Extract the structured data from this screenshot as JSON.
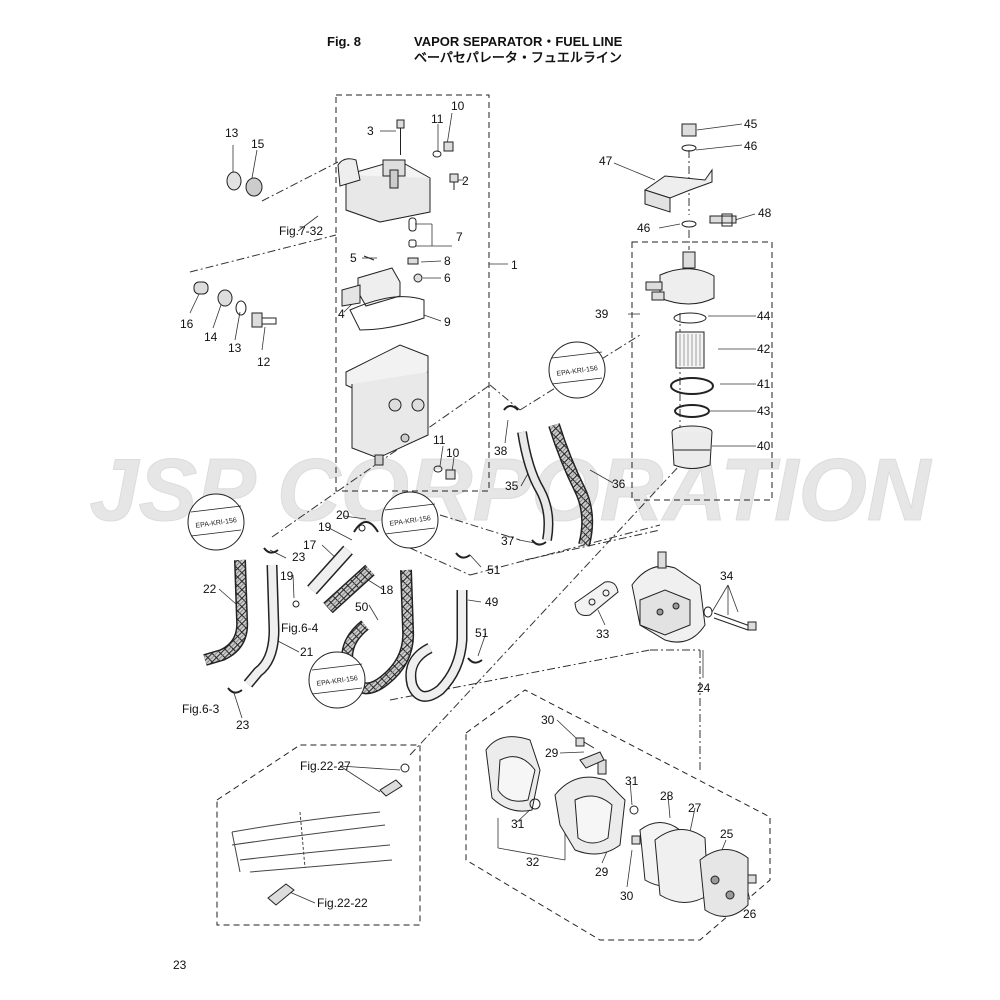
{
  "header": {
    "fig": "Fig. 8",
    "title_en": "VAPOR SEPARATOR・FUEL LINE",
    "title_jp": "ベーパセパレータ・フュエルライン"
  },
  "watermark": {
    "text": "JSP CORPORATION",
    "color": "#e4e4e4"
  },
  "epa_label": "EPA-KRI-156",
  "page_number": "23",
  "callouts": {
    "c1": "1",
    "c2": "2",
    "c3": "3",
    "c4": "4",
    "c5": "5",
    "c6": "6",
    "c7": "7",
    "c8": "8",
    "c9": "9",
    "c10a": "10",
    "c10b": "10",
    "c11a": "11",
    "c11b": "11",
    "c12": "12",
    "c13a": "13",
    "c13b": "13",
    "c14": "14",
    "c15": "15",
    "c16": "16",
    "c17": "17",
    "c18": "18",
    "c19a": "19",
    "c19b": "19",
    "c20": "20",
    "c21": "21",
    "c22": "22",
    "c23a": "23",
    "c23b": "23",
    "c24": "24",
    "c25": "25",
    "c26": "26",
    "c27": "27",
    "c28": "28",
    "c29a": "29",
    "c29b": "29",
    "c30a": "30",
    "c30b": "30",
    "c31a": "31",
    "c31b": "31",
    "c32": "32",
    "c33": "33",
    "c34": "34",
    "c35": "35",
    "c36": "36",
    "c37": "37",
    "c38": "38",
    "c39": "39",
    "c40": "40",
    "c41": "41",
    "c42": "42",
    "c43": "43",
    "c44": "44",
    "c45": "45",
    "c46a": "46",
    "c46b": "46",
    "c47": "47",
    "c48": "48",
    "c49": "49",
    "c50": "50",
    "c51a": "51",
    "c51b": "51"
  },
  "refs": {
    "fig7_32": "Fig.7-32",
    "fig6_4": "Fig.6-4",
    "fig6_3": "Fig.6-3",
    "fig22_27": "Fig.22-27",
    "fig22_22": "Fig.22-22"
  }
}
